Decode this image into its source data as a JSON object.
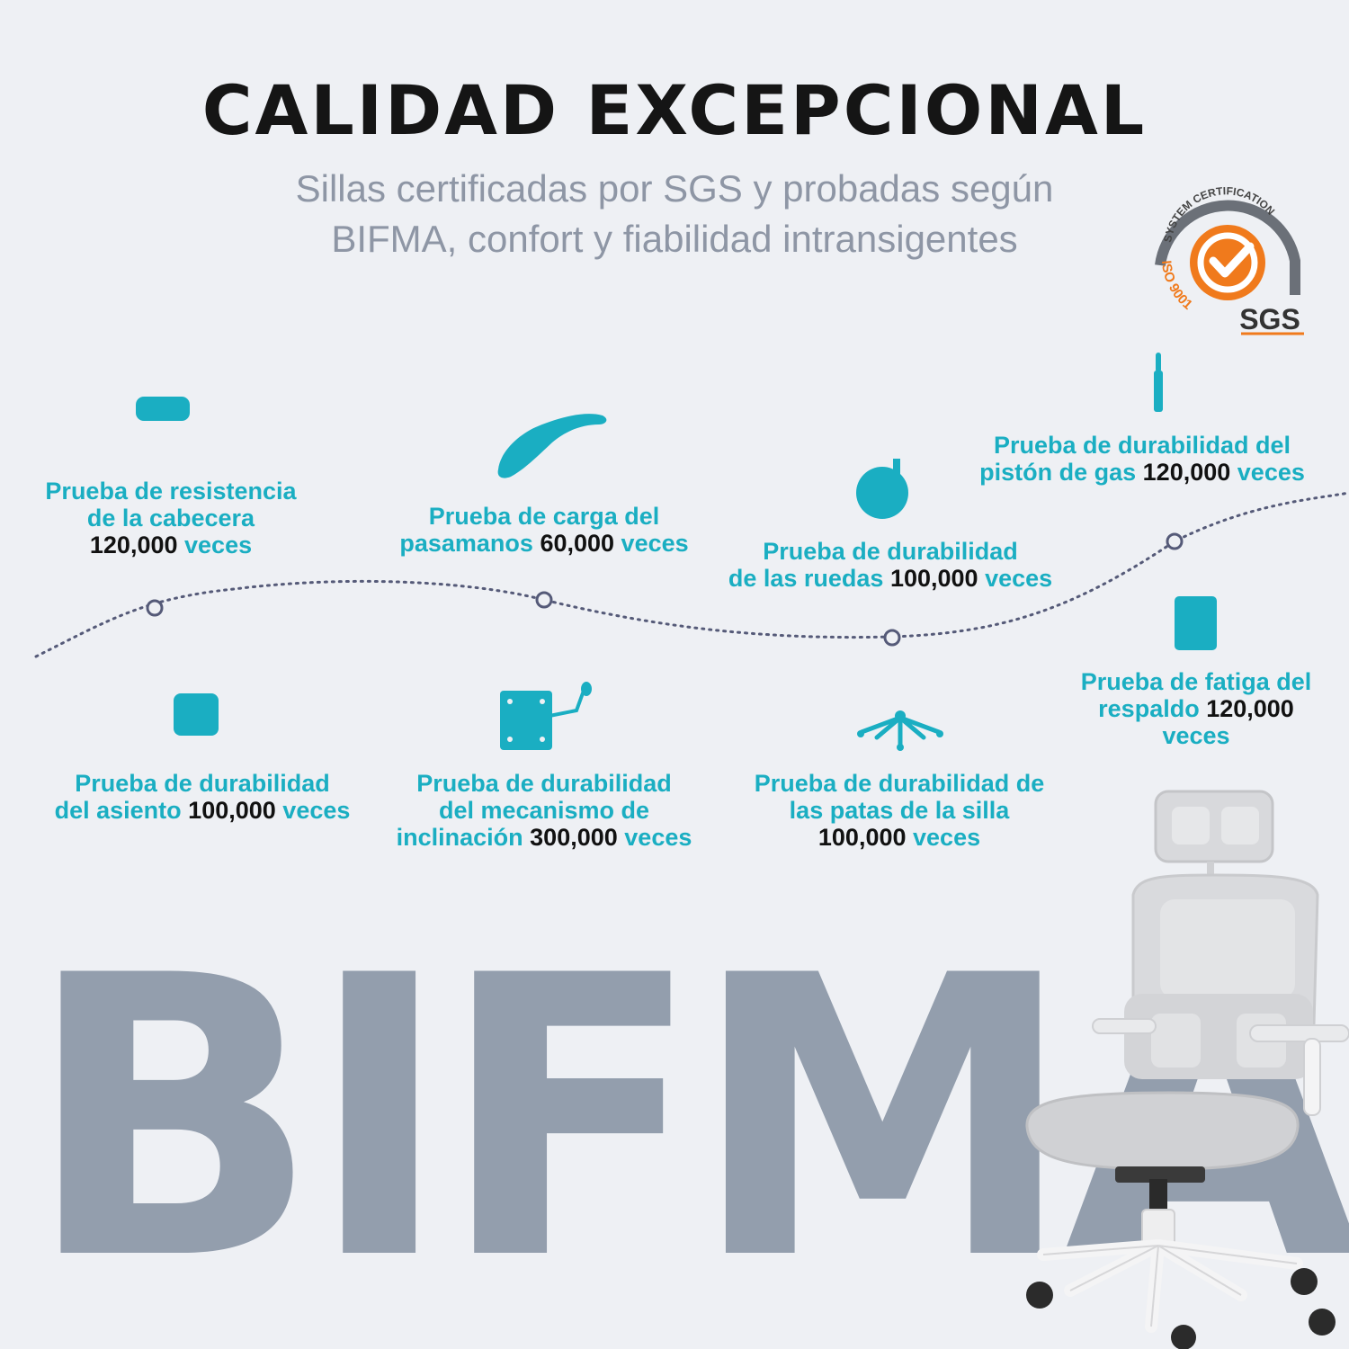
{
  "header": {
    "title": "CALIDAD EXCEPCIONAL",
    "subtitle_line1": "Sillas certificadas por SGS y probadas según",
    "subtitle_line2": "BIFMA, confort y fiabilidad intransigentes"
  },
  "badge": {
    "arc_text": "SYSTEM CERTIFICATION",
    "side_text": "ISO 9001",
    "brand": "SGS"
  },
  "background_word": "BIFMA",
  "tests": [
    {
      "icon": "headrest-icon",
      "l1": "Prueba de resistencia",
      "l2": "de la cabecera",
      "count": "120,000",
      "unit": "veces"
    },
    {
      "icon": "armrest-icon",
      "l1": "Prueba de carga del",
      "l2": "pasamanos",
      "count": "60,000",
      "unit": "veces"
    },
    {
      "icon": "caster-wheel-icon",
      "l1": "Prueba de durabilidad",
      "l2": "de las ruedas",
      "count": "100,000",
      "unit": "veces"
    },
    {
      "icon": "gas-piston-icon",
      "l1": "Prueba de durabilidad del",
      "l2": "pistón de gas",
      "count": "120,000",
      "unit": "veces"
    },
    {
      "icon": "seat-cushion-icon",
      "l1": "Prueba de durabilidad",
      "l2": "del asiento",
      "count": "100,000",
      "unit": "veces"
    },
    {
      "icon": "tilt-mechanism-icon",
      "l1": "Prueba de durabilidad",
      "l2": "del mecanismo de",
      "l3": "inclinación",
      "count": "300,000",
      "unit": "veces"
    },
    {
      "icon": "chair-base-icon",
      "l1": "Prueba de durabilidad de",
      "l2": "las patas de la silla",
      "count": "100,000",
      "unit": "veces"
    },
    {
      "icon": "backrest-icon",
      "l1": "Prueba de fatiga del",
      "l2": "respaldo",
      "count": "120,000",
      "unit": "veces"
    }
  ],
  "colors": {
    "accent": "#1aaec2",
    "background": "#eef0f4",
    "bifma": "#939ead",
    "badge_orange": "#f07a1c"
  }
}
